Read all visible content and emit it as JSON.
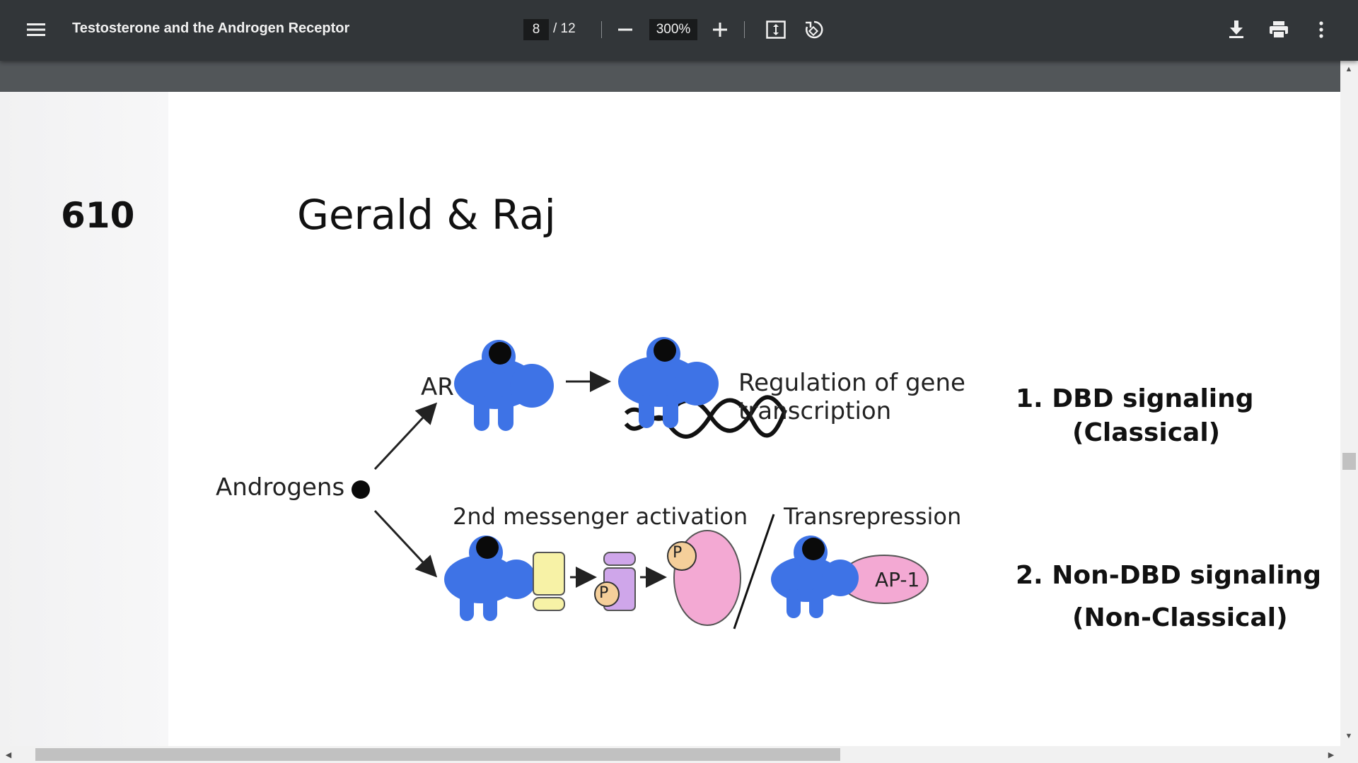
{
  "toolbar": {
    "menu_icon": "menu-icon",
    "title": "Testosterone and the Androgen Receptor",
    "current_page": "8",
    "total_pages": "/ 12",
    "zoom": "300%",
    "zoom_out_icon": "minus-icon",
    "zoom_in_icon": "plus-icon",
    "fit_icon": "fit-to-page-icon",
    "rotate_icon": "rotate-icon",
    "download_icon": "download-icon",
    "print_icon": "print-icon",
    "more_icon": "more-vert-icon"
  },
  "page": {
    "number": "610",
    "running_head": "Gerald & Raj"
  },
  "figure": {
    "ar_label": "AR",
    "regulation_line1": "Regulation of gene",
    "regulation_line2": "transcription",
    "androgens_label": "Androgens",
    "second_messenger_label": "2nd messenger activation",
    "transrepression_label": "Transrepression",
    "phospho_label_1": "P",
    "phospho_label_2": "P",
    "ap1_label": "AP-1",
    "dbd_title": "1. DBD signaling",
    "dbd_subtitle": "(Classical)",
    "nondbd_title": "2. Non-DBD signaling",
    "nondbd_subtitle": "(Non-Classical)"
  },
  "colors": {
    "toolbar_bg": "#323639",
    "receptor_blue": "#3e73e6",
    "ligand_black": "#0a0a0a",
    "yellow_protein": "#f7f2a6",
    "purple_protein": "#cfa6ea",
    "pink_protein": "#f3a9d3",
    "phospho_orange": "#f5cf9a"
  }
}
